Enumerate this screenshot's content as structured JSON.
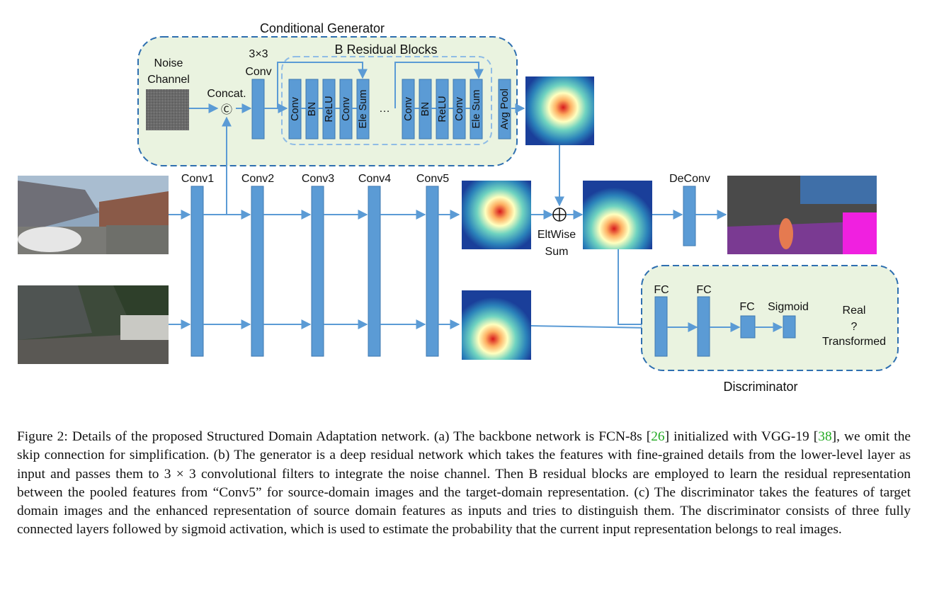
{
  "figure": {
    "generator": {
      "title": "Conditional Generator",
      "noise_channel": "Noise\nChannel",
      "concat": "Concat.",
      "concat_symbol": "Ⓒ",
      "conv3x3": "3×3\nConv",
      "residual_title": "B Residual Blocks",
      "block_layers": [
        "Conv",
        "BN",
        "ReLU",
        "Conv",
        "Ele Sum"
      ],
      "ellipsis": "…",
      "avg_pool": "Avg Pool"
    },
    "backbone": {
      "layers": [
        "Conv1",
        "Conv2",
        "Conv3",
        "Conv4",
        "Conv5"
      ],
      "eltwise": "EltWise\nSum",
      "eltwise_symbol": "⊕",
      "deconv": "DeConv"
    },
    "discriminator": {
      "title": "Discriminator",
      "fc_labels": [
        "FC",
        "FC",
        "FC"
      ],
      "sigmoid": "Sigmoid",
      "output": "Real\n?\nTransformed"
    },
    "colors": {
      "block": "#5b9bd5",
      "block_edge": "#3f78b0",
      "panel_fill": "#eaf3e0",
      "panel_border": "#2e6fb0"
    }
  },
  "caption": {
    "segments": [
      {
        "text": "Figure 2: Details of the proposed Structured Domain Adaptation network. (a) The backbone network is FCN-8s ["
      },
      {
        "text": "26",
        "cite": true
      },
      {
        "text": "] initialized with VGG-19 ["
      },
      {
        "text": "38",
        "cite": true
      },
      {
        "text": "], we omit the skip connection for simplification. (b) The generator is a deep residual network which takes the features with fine-grained details from the lower-level layer as input and passes them to 3 × 3 convolutional filters to integrate the noise channel. Then B residual blocks are employed to learn the residual representation between the pooled features from “Conv5” for source-domain images and the target-domain representation. (c) The discriminator takes the features of target domain images and the enhanced representation of source domain features as inputs and tries to distinguish them. The discriminator consists of three fully connected layers followed by sigmoid activation, which is used to estimate the probability that the current input representation belongs to real images."
      }
    ]
  }
}
